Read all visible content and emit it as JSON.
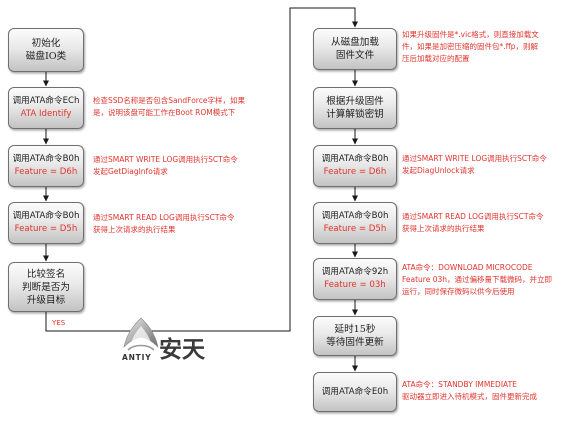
{
  "left_steps": [
    {
      "lines": [
        "初始化",
        "磁盘IO类"
      ]
    },
    {
      "command": "调用ATA命令ECh",
      "param": "ATA Identify"
    },
    {
      "command": "调用ATA命令B0h",
      "param": "Feature = D6h"
    },
    {
      "command": "调用ATA命令B0h",
      "param": "Feature = D5h"
    },
    {
      "lines": [
        "比较签名",
        "判断是否为",
        "升级目标"
      ]
    }
  ],
  "left_notes": [
    {
      "lines": [
        "检查SSD名称是否包含SandForce字样，如果",
        "是，说明该盘可能工作在Boot ROM模式下"
      ]
    },
    {
      "lines": [
        "通过SMART WRITE LOG调用执行SCT命令",
        "发起GetDiagInfo请求"
      ]
    },
    {
      "lines": [
        "通过SMART READ LOG调用执行SCT命令",
        "获得上次请求的执行结果"
      ]
    }
  ],
  "branch_label": "YES",
  "right_steps": [
    {
      "lines": [
        "从磁盘加载",
        "固件文件"
      ]
    },
    {
      "lines": [
        "根据升级固件",
        "计算解锁密钥"
      ]
    },
    {
      "command": "调用ATA命令B0h",
      "param": "Feature = D6h"
    },
    {
      "command": "调用ATA命令B0h",
      "param": "Feature = D5h"
    },
    {
      "command": "调用ATA命令92h",
      "param": "Feature = 03h"
    },
    {
      "lines": [
        "延时15秒",
        "等待固件更新"
      ]
    },
    {
      "command": "调用ATA命令E0h"
    }
  ],
  "right_notes": [
    {
      "lines": [
        "如果升级固件是*.vic格式，则直接加载文",
        "件，如果是加密压缩的固件包*.ffp，则解",
        "压后加载对应的配置"
      ]
    },
    {
      "lines": [
        "通过SMART WRITE LOG调用执行SCT命令",
        "发起DiagUnlock请求"
      ]
    },
    {
      "lines": [
        "通过SMART READ LOG调用执行SCT命令",
        "获得上次请求的执行结果"
      ]
    },
    {
      "lines": [
        "ATA命令：DOWNLOAD MICROCODE",
        "Feature 03h，通过偏移量下载微码，并立即",
        "运行，同时保存微码以供今后使用"
      ]
    },
    {
      "lines": [
        "ATA命令：STANDBY IMMEDIATE",
        "驱动器立即进入待机模式，固件更新完成"
      ]
    }
  ],
  "logo": {
    "brand_latin": "ANTIY",
    "brand_cn": "安天"
  },
  "colors": {
    "accent_red": "#e2342d",
    "box_border": "#6f6f6f",
    "box_top": "#fcfcfc",
    "box_bottom": "#c3c3c3",
    "text": "#1e1e1e",
    "line": "#1a1a1a"
  }
}
